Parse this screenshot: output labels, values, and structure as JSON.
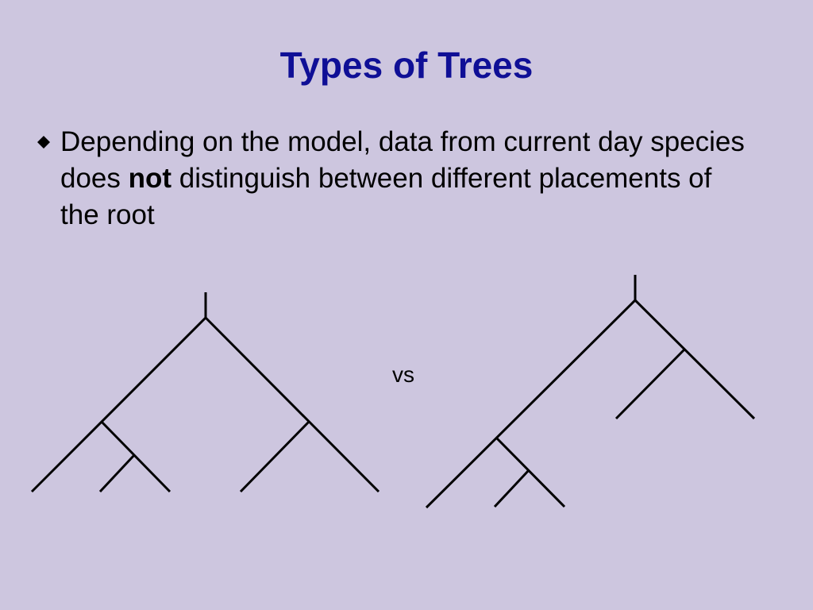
{
  "slide": {
    "title": "Types of Trees",
    "bullet": {
      "icon": "diamond-bullet-icon",
      "text_before": "Depending on the model, data from current day species does ",
      "text_bold": "not",
      "text_after": " distinguish between different placements of the root"
    },
    "vs_label": "vs",
    "colors": {
      "background": "#cdc6df",
      "title": "#0f0f96",
      "text": "#000000"
    }
  }
}
